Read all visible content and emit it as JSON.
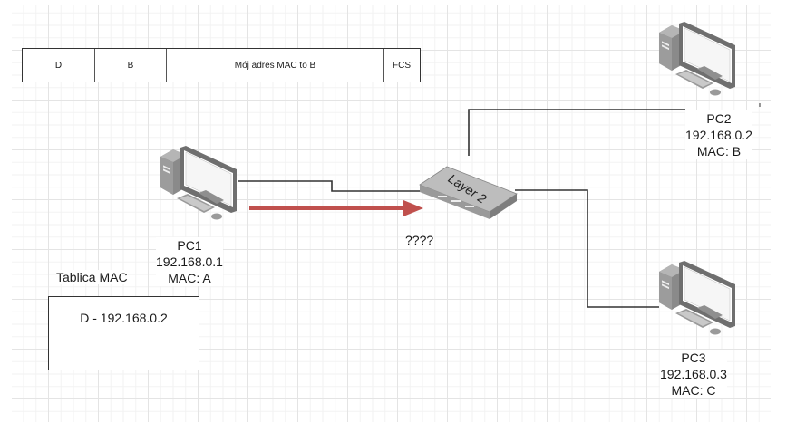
{
  "frame": {
    "fields": [
      {
        "name": "destination",
        "label": "D"
      },
      {
        "name": "source",
        "label": "B"
      },
      {
        "name": "payload",
        "label": "Mój adres MAC to B"
      },
      {
        "name": "fcs",
        "label": "FCS"
      }
    ]
  },
  "nodes": {
    "pc1": {
      "name": "PC1",
      "ip": "192.168.0.1",
      "mac": "MAC: A",
      "icon": "desktop-computer-icon"
    },
    "pc2": {
      "name": "PC2",
      "ip": "192.168.0.2",
      "mac": "MAC: B",
      "icon": "desktop-computer-icon"
    },
    "pc3": {
      "name": "PC3",
      "ip": "192.168.0.3",
      "mac": "MAC: C",
      "icon": "desktop-computer-icon"
    },
    "switch": {
      "label": "Layer 2",
      "icon": "network-switch-icon",
      "status": "????"
    }
  },
  "mac_table": {
    "title": "Tablica MAC",
    "entries": [
      "D - 192.168.0.2"
    ]
  },
  "colors": {
    "arrow": "#c0504d",
    "line": "#333333"
  }
}
